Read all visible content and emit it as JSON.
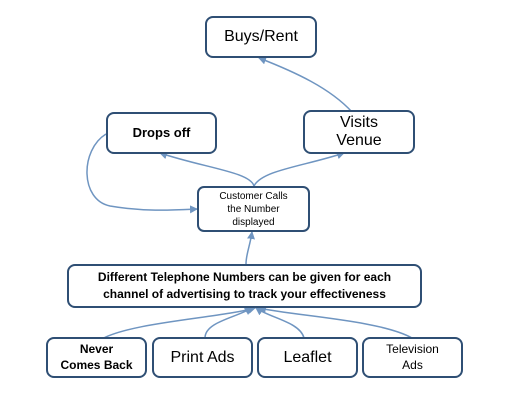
{
  "colors": {
    "box_border": "#2f4f74",
    "connector": "#6f95c1",
    "background": "#ffffff"
  },
  "nodes": {
    "buys_rent": "Buys/Rent",
    "drops_off": "Drops off",
    "visits_venue": "Visits\nVenue",
    "customer_calls": "Customer Calls\nthe Number\ndisplayed",
    "telephone_numbers": "Different Telephone Numbers can be given for each\nchannel of advertising to track your effectiveness",
    "never_comes_back": "Never\nComes Back",
    "print_ads": "Print Ads",
    "leaflet": "Leaflet",
    "television_ads": "Television\nAds"
  }
}
